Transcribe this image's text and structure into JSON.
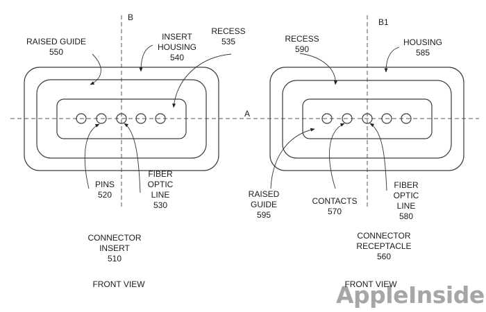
{
  "figure": {
    "axes": {
      "horizontal": "A",
      "vertical_left": "B",
      "vertical_right": "B1"
    },
    "left_view": {
      "callouts": {
        "raised_guide": [
          "RAISED GUIDE",
          "550"
        ],
        "insert_housing": [
          "INSERT",
          "HOUSING",
          "540"
        ],
        "recess": [
          "RECESS",
          "535"
        ],
        "pins": [
          "PINS",
          "520"
        ],
        "fiber_optic_line": [
          "FIBER",
          "OPTIC",
          "LINE",
          "530"
        ]
      },
      "title": [
        "CONNECTOR",
        "INSERT",
        "510"
      ],
      "view_label": "FRONT VIEW",
      "pin_count": 5
    },
    "right_view": {
      "callouts": {
        "recess": [
          "RECESS",
          "590"
        ],
        "housing": [
          "HOUSING",
          "585"
        ],
        "raised_guide": [
          "RAISED",
          "GUIDE",
          "595"
        ],
        "contacts": [
          "CONTACTS",
          "570"
        ],
        "fiber_optic_line": [
          "FIBER",
          "OPTIC",
          "LINE",
          "580"
        ]
      },
      "title": [
        "CONNECTOR",
        "RECEPTACLE",
        "560"
      ],
      "view_label": "FRONT VIEW",
      "contact_count": 5
    },
    "watermark": "AppleInsider",
    "colors": {
      "line": "#3a3a3a",
      "text": "#1a1a1a",
      "watermark": "#a6a6a6"
    }
  }
}
